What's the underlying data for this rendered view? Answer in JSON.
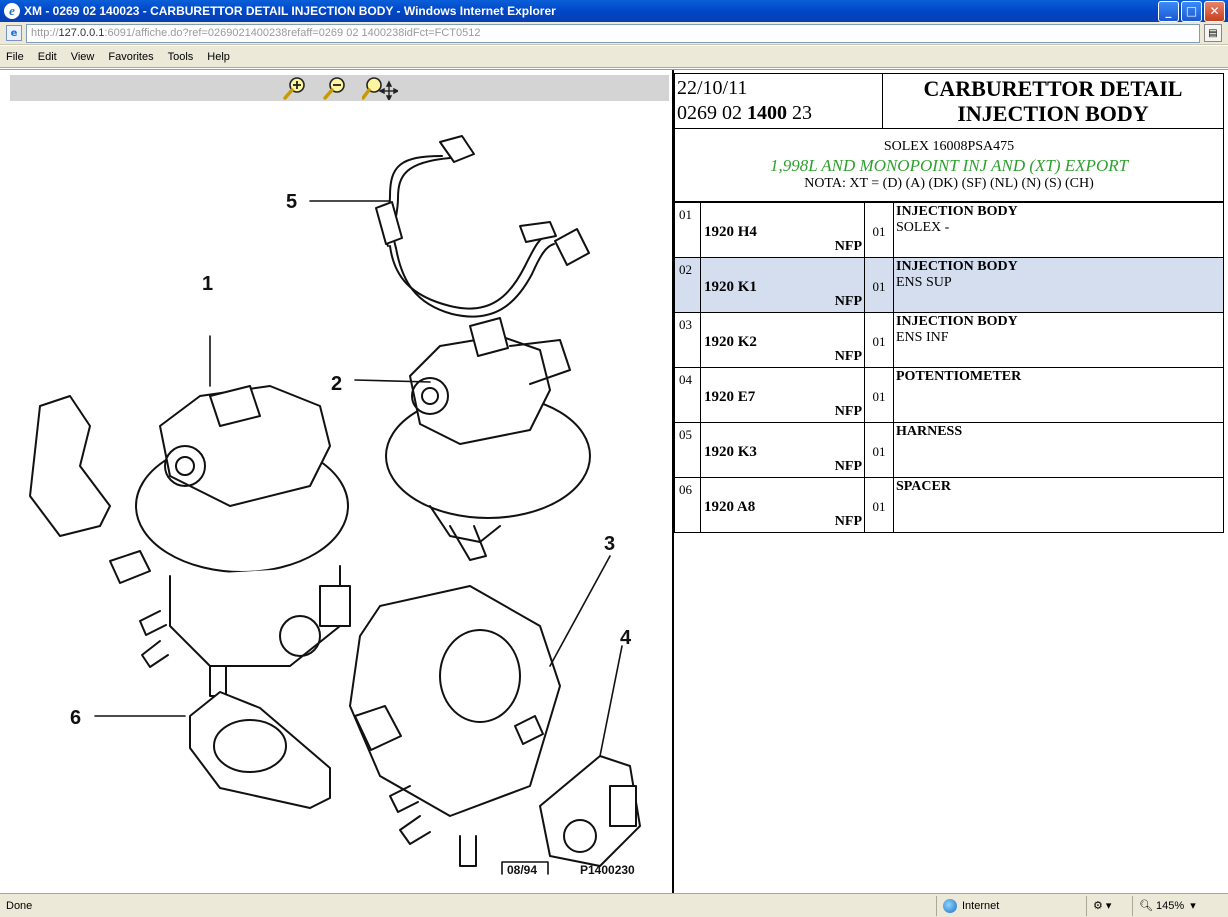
{
  "window": {
    "title": "XM - 0269 02 140023 - CARBURETTOR DETAIL INJECTION BODY - Windows Internet Explorer",
    "minimize": "_",
    "maximize": "□",
    "close": "✕"
  },
  "address": {
    "url_prefix": "http://",
    "url_host": "127.0.0.1",
    "url_rest": ":6091/affiche.do?ref=0269021400238refaff=0269 02 1400238idFct=FCT0512"
  },
  "menu": [
    "File",
    "Edit",
    "View",
    "Favorites",
    "Tools",
    "Help"
  ],
  "toolbar": {
    "zoom_in_icon": "zoom-in-icon",
    "zoom_out_icon": "zoom-out-icon",
    "pan_icon": "zoom-pan-icon"
  },
  "diagram": {
    "callouts": [
      "1",
      "2",
      "3",
      "4",
      "5",
      "6"
    ],
    "stamp_date": "08/94",
    "stamp_code": "P1400230"
  },
  "header": {
    "date": "22/10/11",
    "ref_a": "0269 02 ",
    "ref_b": "1400",
    "ref_c": " 23",
    "title_line1": "CARBURETTOR DETAIL",
    "title_line2": "INJECTION BODY"
  },
  "info": {
    "model": "SOLEX 16008PSA475",
    "engine": "1,998L AND MONOPOINT INJ AND (XT) EXPORT",
    "nota": "NOTA: XT = (D) (A) (DK) (SF) (NL) (N) (S) (CH)"
  },
  "parts": [
    {
      "idx": "01",
      "ref": "1920 H4",
      "nfp": "NFP",
      "qty": "01",
      "name": "INJECTION BODY",
      "detail": "SOLEX -"
    },
    {
      "idx": "02",
      "ref": "1920 K1",
      "nfp": "NFP",
      "qty": "01",
      "name": "INJECTION BODY",
      "detail": "ENS SUP"
    },
    {
      "idx": "03",
      "ref": "1920 K2",
      "nfp": "NFP",
      "qty": "01",
      "name": "INJECTION BODY",
      "detail": "ENS INF"
    },
    {
      "idx": "04",
      "ref": "1920 E7",
      "nfp": "NFP",
      "qty": "01",
      "name": "POTENTIOMETER",
      "detail": ""
    },
    {
      "idx": "05",
      "ref": "1920 K3",
      "nfp": "NFP",
      "qty": "01",
      "name": "HARNESS",
      "detail": ""
    },
    {
      "idx": "06",
      "ref": "1920 A8",
      "nfp": "NFP",
      "qty": "01",
      "name": "SPACER",
      "detail": ""
    }
  ],
  "selected_row": 1,
  "status": {
    "text": "Done",
    "zone": "Internet",
    "zoom": "145%"
  },
  "colors": {
    "selected_row": "#d4deef",
    "engine_text": "#2ea02e"
  }
}
